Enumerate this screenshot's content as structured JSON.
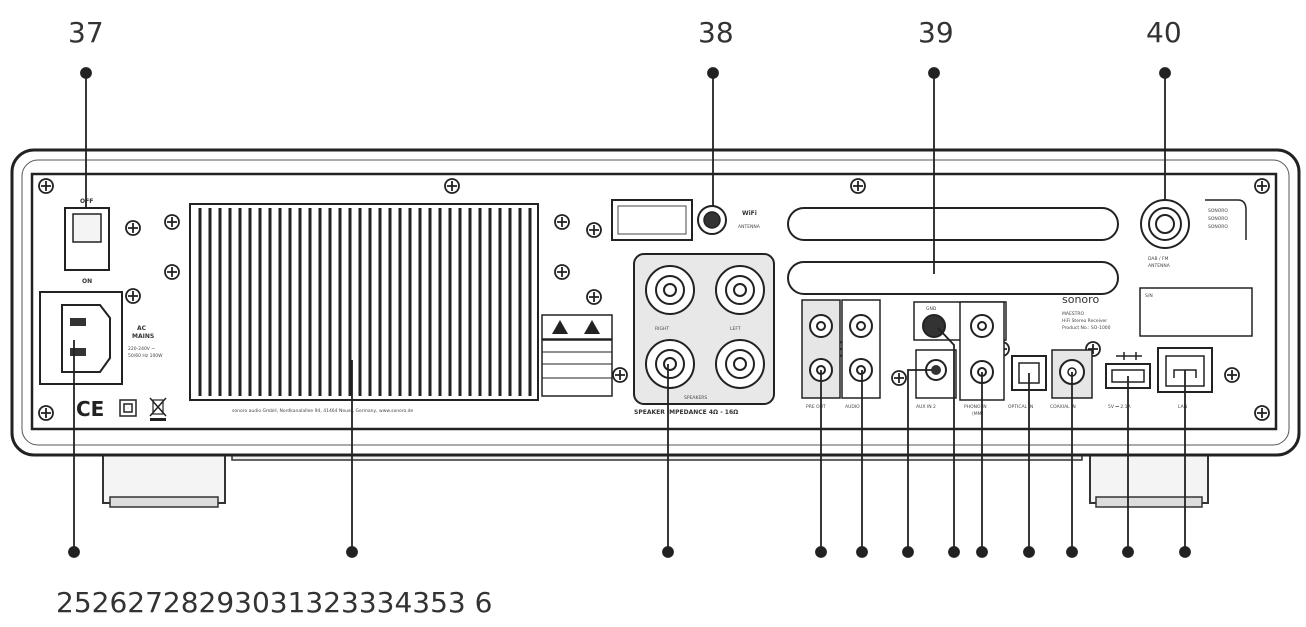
{
  "callouts": {
    "top": [
      "37",
      "38",
      "39",
      "40"
    ],
    "bottom_row": "25262728293031323334353 6"
  },
  "panel": {
    "switch_on": "ON",
    "switch_off": "OFF",
    "ac_mains": "AC\nMAINS",
    "ac_spec": "220-240V ~\n50/60 Hz 100W",
    "wifi_label": "WiFi\nANTENNA",
    "speakers_label": "SPEAKERS",
    "speaker_right": "RIGHT",
    "speaker_left": "LEFT",
    "speaker_impedance": "SPEAKER IMPEDANCE 4Ω - 16Ω",
    "address": "sonoro audio GmbH, Nordkanalallee 94, 41464 Neuss, Germany, www.sonoro.de",
    "pre_out": "PRE OUT",
    "audio_in": "AUDIO I",
    "gnd": "GND",
    "aux_in2": "AUX IN 2",
    "phono_in": "PHONO IN\n(MM)",
    "optical_in": "OPTICAL IN",
    "coaxial_in": "COAXIAL IN",
    "usb": "5V ⎓ 2.1A",
    "lan": "LAN",
    "dab_fm": "DAB / FM\nANTENNA",
    "brand": "sonoro",
    "model": "MAESTRO\nHiFi Stereo Receiver\nProduct No.: SO-1000",
    "sn": "S/N",
    "ce": "CE"
  }
}
